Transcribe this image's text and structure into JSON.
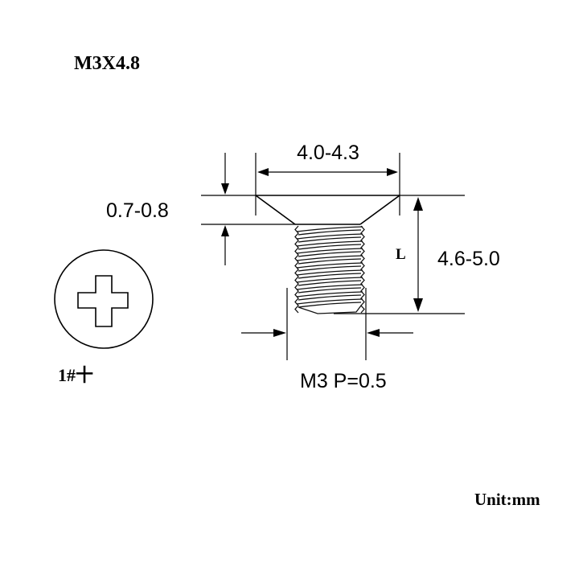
{
  "title": "M3X4.8",
  "unit_label": "Unit:mm",
  "head_diameter": "4.0-4.3",
  "head_height": "0.7-0.8",
  "length_symbol": "L",
  "length_range": "4.6-5.0",
  "thread_spec": "M3 P=0.5",
  "drive_type": "1#十",
  "colors": {
    "ink": "#000000",
    "background": "#ffffff"
  }
}
